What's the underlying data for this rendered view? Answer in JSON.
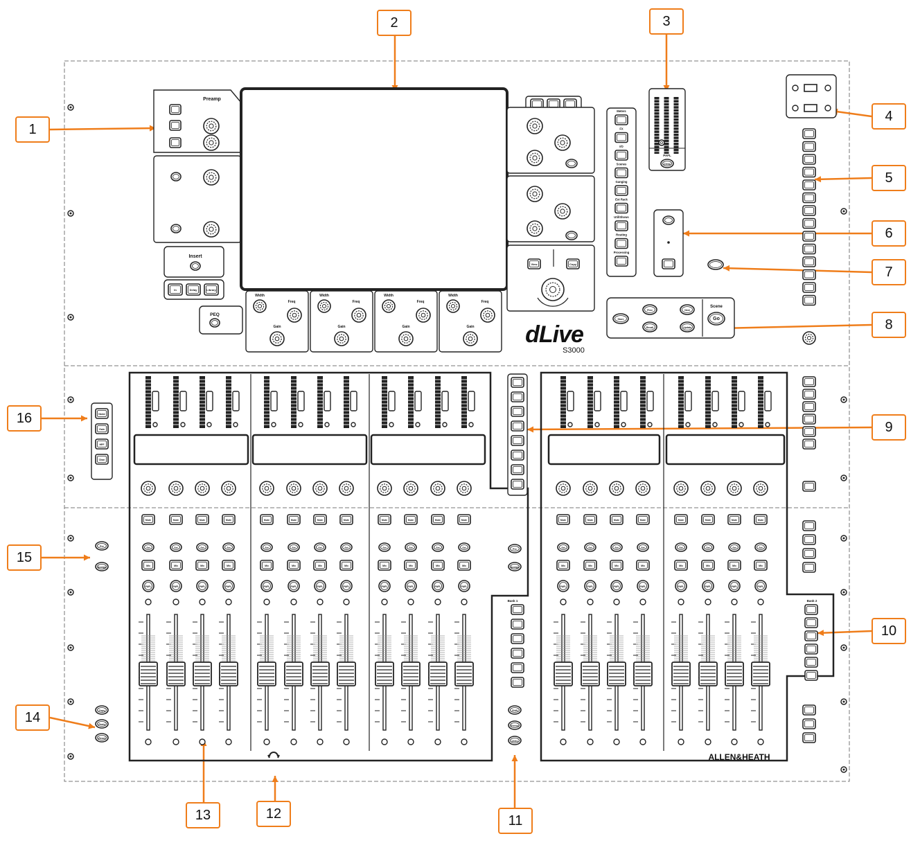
{
  "colors": {
    "accent": "#ef7d1a",
    "line": "#222222",
    "panel": "#ffffff"
  },
  "callouts": [
    {
      "id": "1",
      "label": "1"
    },
    {
      "id": "2",
      "label": "2"
    },
    {
      "id": "3",
      "label": "3"
    },
    {
      "id": "4",
      "label": "4"
    },
    {
      "id": "5",
      "label": "5"
    },
    {
      "id": "6",
      "label": "6"
    },
    {
      "id": "7",
      "label": "7"
    },
    {
      "id": "8",
      "label": "8"
    },
    {
      "id": "9",
      "label": "9"
    },
    {
      "id": "10",
      "label": "10"
    },
    {
      "id": "11",
      "label": "11"
    },
    {
      "id": "12",
      "label": "12"
    },
    {
      "id": "13",
      "label": "13"
    },
    {
      "id": "14",
      "label": "14"
    },
    {
      "id": "15",
      "label": "15"
    },
    {
      "id": "16",
      "label": "16"
    }
  ],
  "labels": {
    "preamp": "Preamp",
    "insert": "Insert",
    "peq": "PEQ",
    "scene": "Scene",
    "go": "Go",
    "pafl": "PAFL",
    "clear": "Clear",
    "width": "Width",
    "freq": "Freq",
    "gain": "Gain",
    "brand": "ALLEN&HEATH",
    "logo": "dLive",
    "model": "S3000",
    "bank1": "Bank 1",
    "bank2": "Bank 2"
  },
  "mixrack_menu": [
    "Meters",
    "FX",
    "I/O",
    "Scenes",
    "Ganging",
    "Ext Rack",
    "Util/Shows",
    "Routing",
    "Processing"
  ],
  "insert_buttons": [
    "In",
    "Delay",
    "Library"
  ],
  "strip_buttons": [
    "Mute",
    "Sel",
    "Mix",
    "PAFL"
  ],
  "display_function": [
    "Name",
    "Gain",
    "HPF",
    "Chan"
  ],
  "copy_paste_reset": [
    "Copy",
    "Paste",
    "Reset"
  ],
  "center_keys": [
    "Shift",
    "Freeze",
    "Undo"
  ],
  "left_keys": [
    "Pre",
    "Assign"
  ],
  "view_keys": [
    "View",
    "Copy"
  ],
  "scene_keys": [
    "Store",
    "Prev",
    "Next",
    "Recall",
    "Update"
  ]
}
